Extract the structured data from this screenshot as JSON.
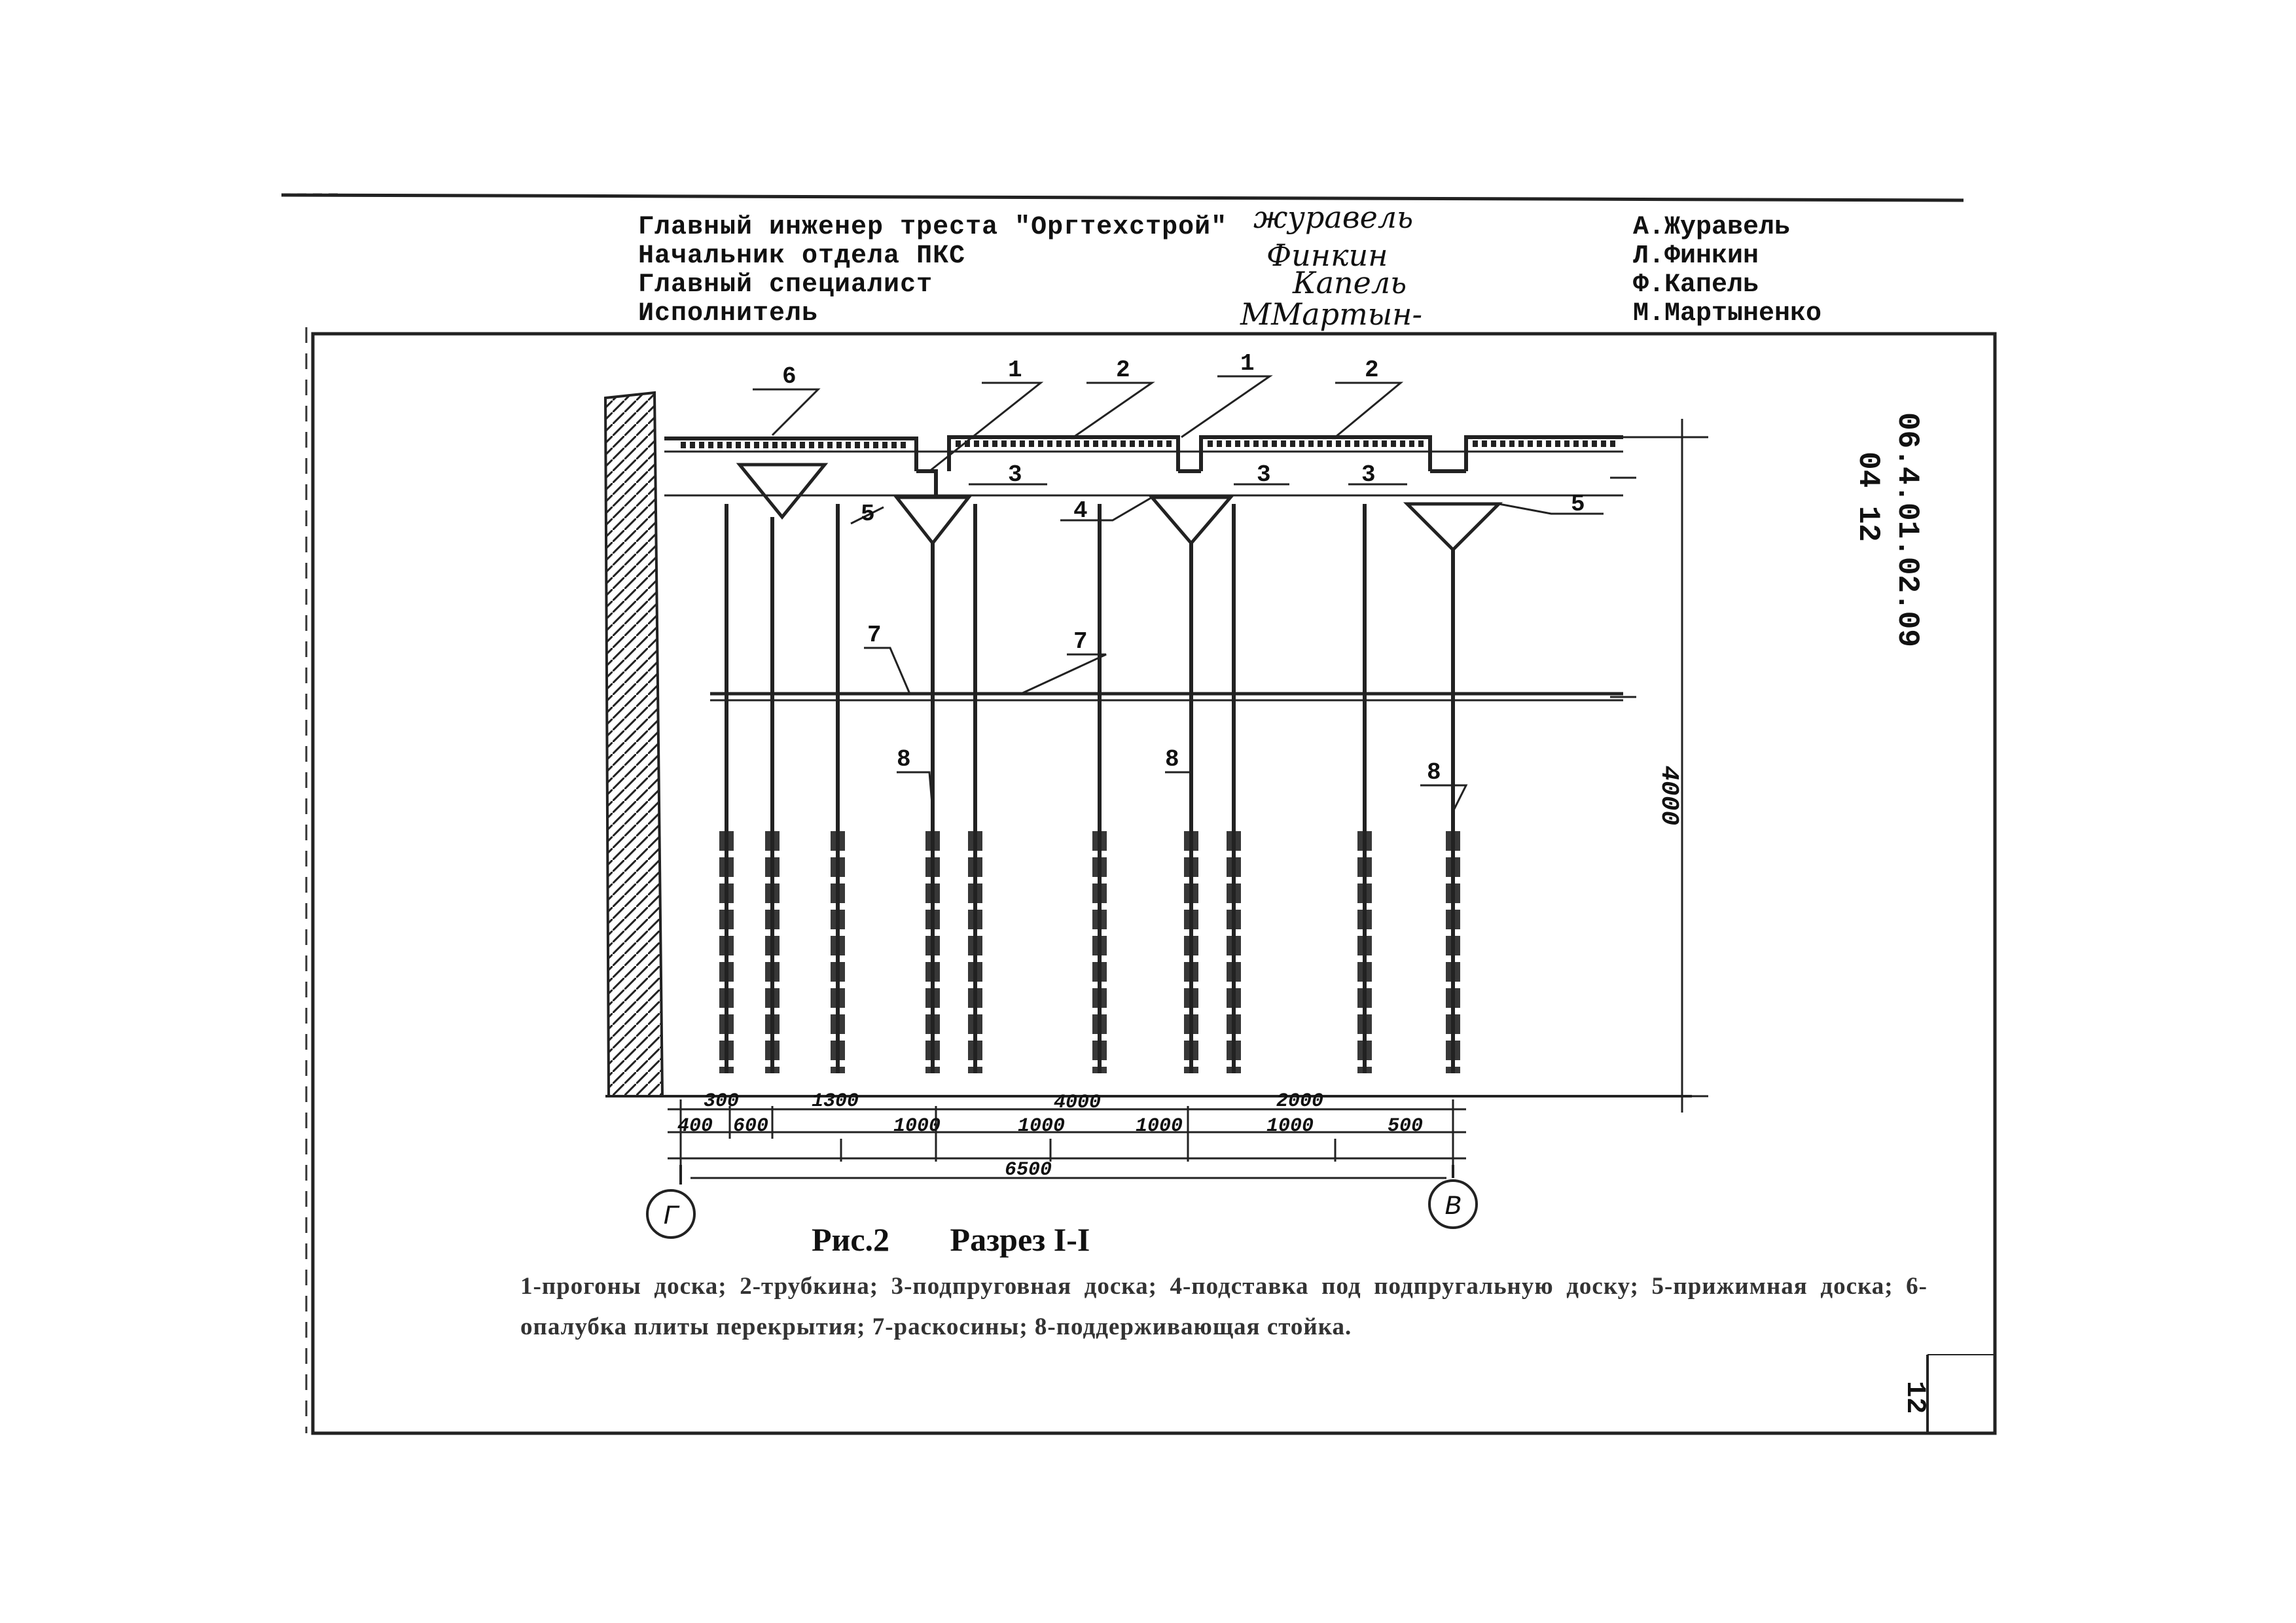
{
  "signatures": [
    {
      "role": "Главный инженер треста \"Оргтехстрой\"",
      "name": "А.Журавель",
      "signature": "журавель"
    },
    {
      "role": "Начальник отдела ПКС",
      "name": "Л.Финкин",
      "signature": "Финкин"
    },
    {
      "role": "Главный специалист",
      "name": "Ф.Капель",
      "signature": "Капель"
    },
    {
      "role": "Исполнитель",
      "name": "М.Мартыненко",
      "signature": "ММартын-"
    }
  ],
  "drawing": {
    "callouts": [
      "6",
      "1",
      "2",
      "1",
      "2",
      "3",
      "3",
      "3",
      "5",
      "4",
      "5",
      "7",
      "7",
      "8",
      "8",
      "8"
    ],
    "height_dim": "4000",
    "dims_row1": [
      "300",
      "1300",
      "4000",
      "2000"
    ],
    "dims_row2": [
      "400",
      "600",
      "1000",
      "1000",
      "1000",
      "1000",
      "500"
    ],
    "dims_total": "6500",
    "axes": [
      "Г",
      "В"
    ]
  },
  "caption": {
    "figure": "Рис.2",
    "section": "Разрез I-I"
  },
  "legend": "1-прогоны доска; 2-трубкина; 3-подпруговная доска; 4-подставка под подпругальную доску; 5-прижимная доска; 6-опалубка плиты перекрытия; 7-раскосины; 8-поддерживающая стойка.",
  "doc_code_line1": "06.4.01.02.09",
  "doc_code_line2": "04 12",
  "page_number": "12"
}
